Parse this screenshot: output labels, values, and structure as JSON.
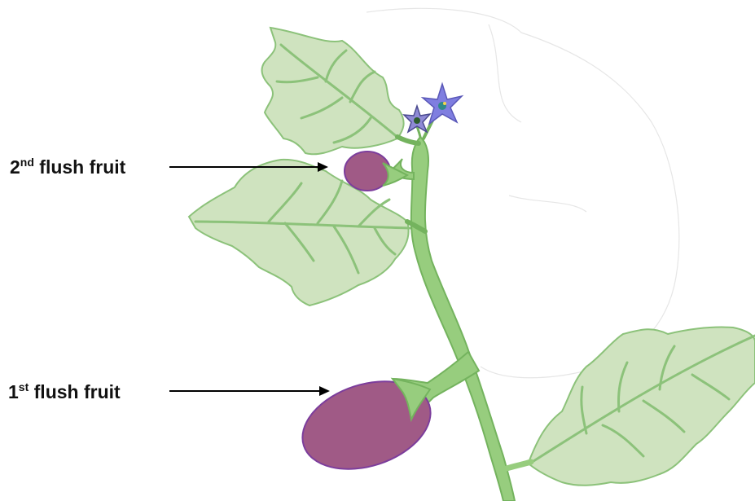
{
  "labels": {
    "second_flush": {
      "num": "2",
      "suffix": "nd",
      "text": " flush fruit"
    },
    "first_flush": {
      "num": "1",
      "suffix": "st",
      "text": " flush fruit"
    }
  },
  "colors": {
    "leaf_fill": "#cfe3bf",
    "leaf_edge": "#8cc27a",
    "stem": "#97cd7e",
    "stem_edge": "#74b35e",
    "fruit_fill": "#a05a86",
    "fruit_edge": "#7c3d9c",
    "flower": "#7f7ee0",
    "flower_center": "#2f8a8a",
    "arrow": "#000000"
  }
}
